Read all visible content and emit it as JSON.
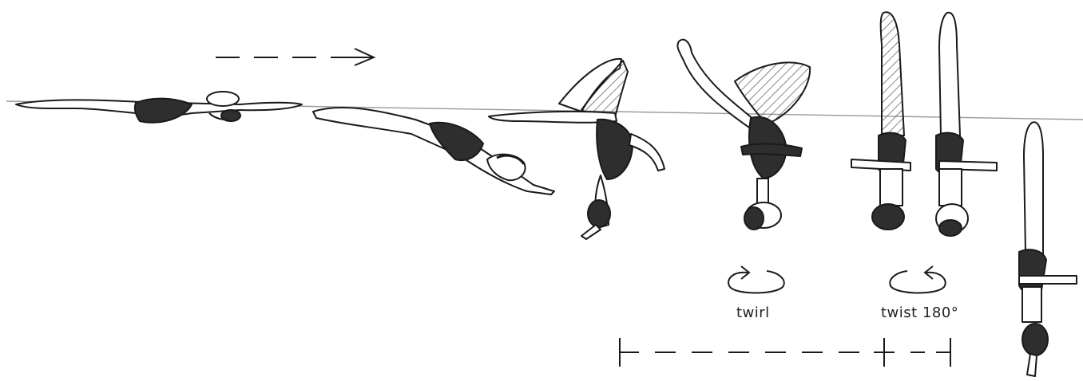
{
  "figure": {
    "background": "#ffffff",
    "ink_color": "#1a1a1a",
    "body_fill": "#ffffff",
    "suit_color": "#2e2e2e",
    "hatch_color": "#555555",
    "waterline_color": "#9a9a9a"
  },
  "labels": {
    "twirl": "twirl",
    "twist": "twist 180°"
  },
  "icons": {
    "direction": "dashed-arrow-right-icon",
    "twirl": "rotation-clockwise-icon",
    "twist": "rotation-counterclockwise-icon",
    "timing": "dashed-timing-bar-icon"
  },
  "sequence": [
    "surface-back-layout",
    "submerging-dive",
    "bent-knee-split",
    "one-leg-raised-twirl",
    "vertical-twist",
    "vertical-final"
  ]
}
